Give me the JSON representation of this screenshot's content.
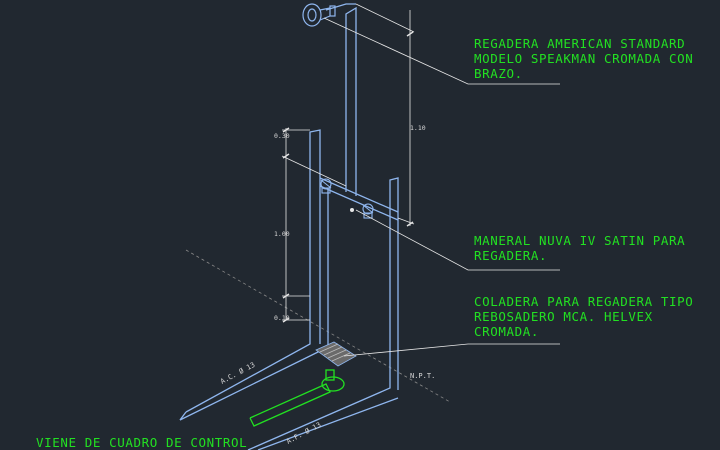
{
  "notes": {
    "shower_head": {
      "line1": "REGADERA AMERICAN STANDARD",
      "line2": "MODELO SPEAKMAN CROMADA CON",
      "line3": "BRAZO."
    },
    "valve": {
      "line1": "MANERAL NUVA IV SATIN PARA",
      "line2": "REGADERA."
    },
    "drain": {
      "line1": "COLADERA PARA REGADERA TIPO",
      "line2": "REBOSADERO MCA. HELVEX",
      "line3": "CROMADA."
    },
    "supply": "VIENE DE CUADRO DE CONTROL"
  },
  "dimensions": {
    "d_030": "0.30",
    "d_100": "1.00",
    "d_010": "0.10",
    "d_110": "1.10"
  },
  "pipe_tags": {
    "cold_water": "A.C. Ø 13",
    "hot_water": "A.F. Ø 13",
    "floor_level": "N.P.T."
  },
  "colors": {
    "background": "#212830",
    "pipe": "#8fb6ee",
    "text": "#22e022",
    "leader": "#e6e6e6"
  }
}
